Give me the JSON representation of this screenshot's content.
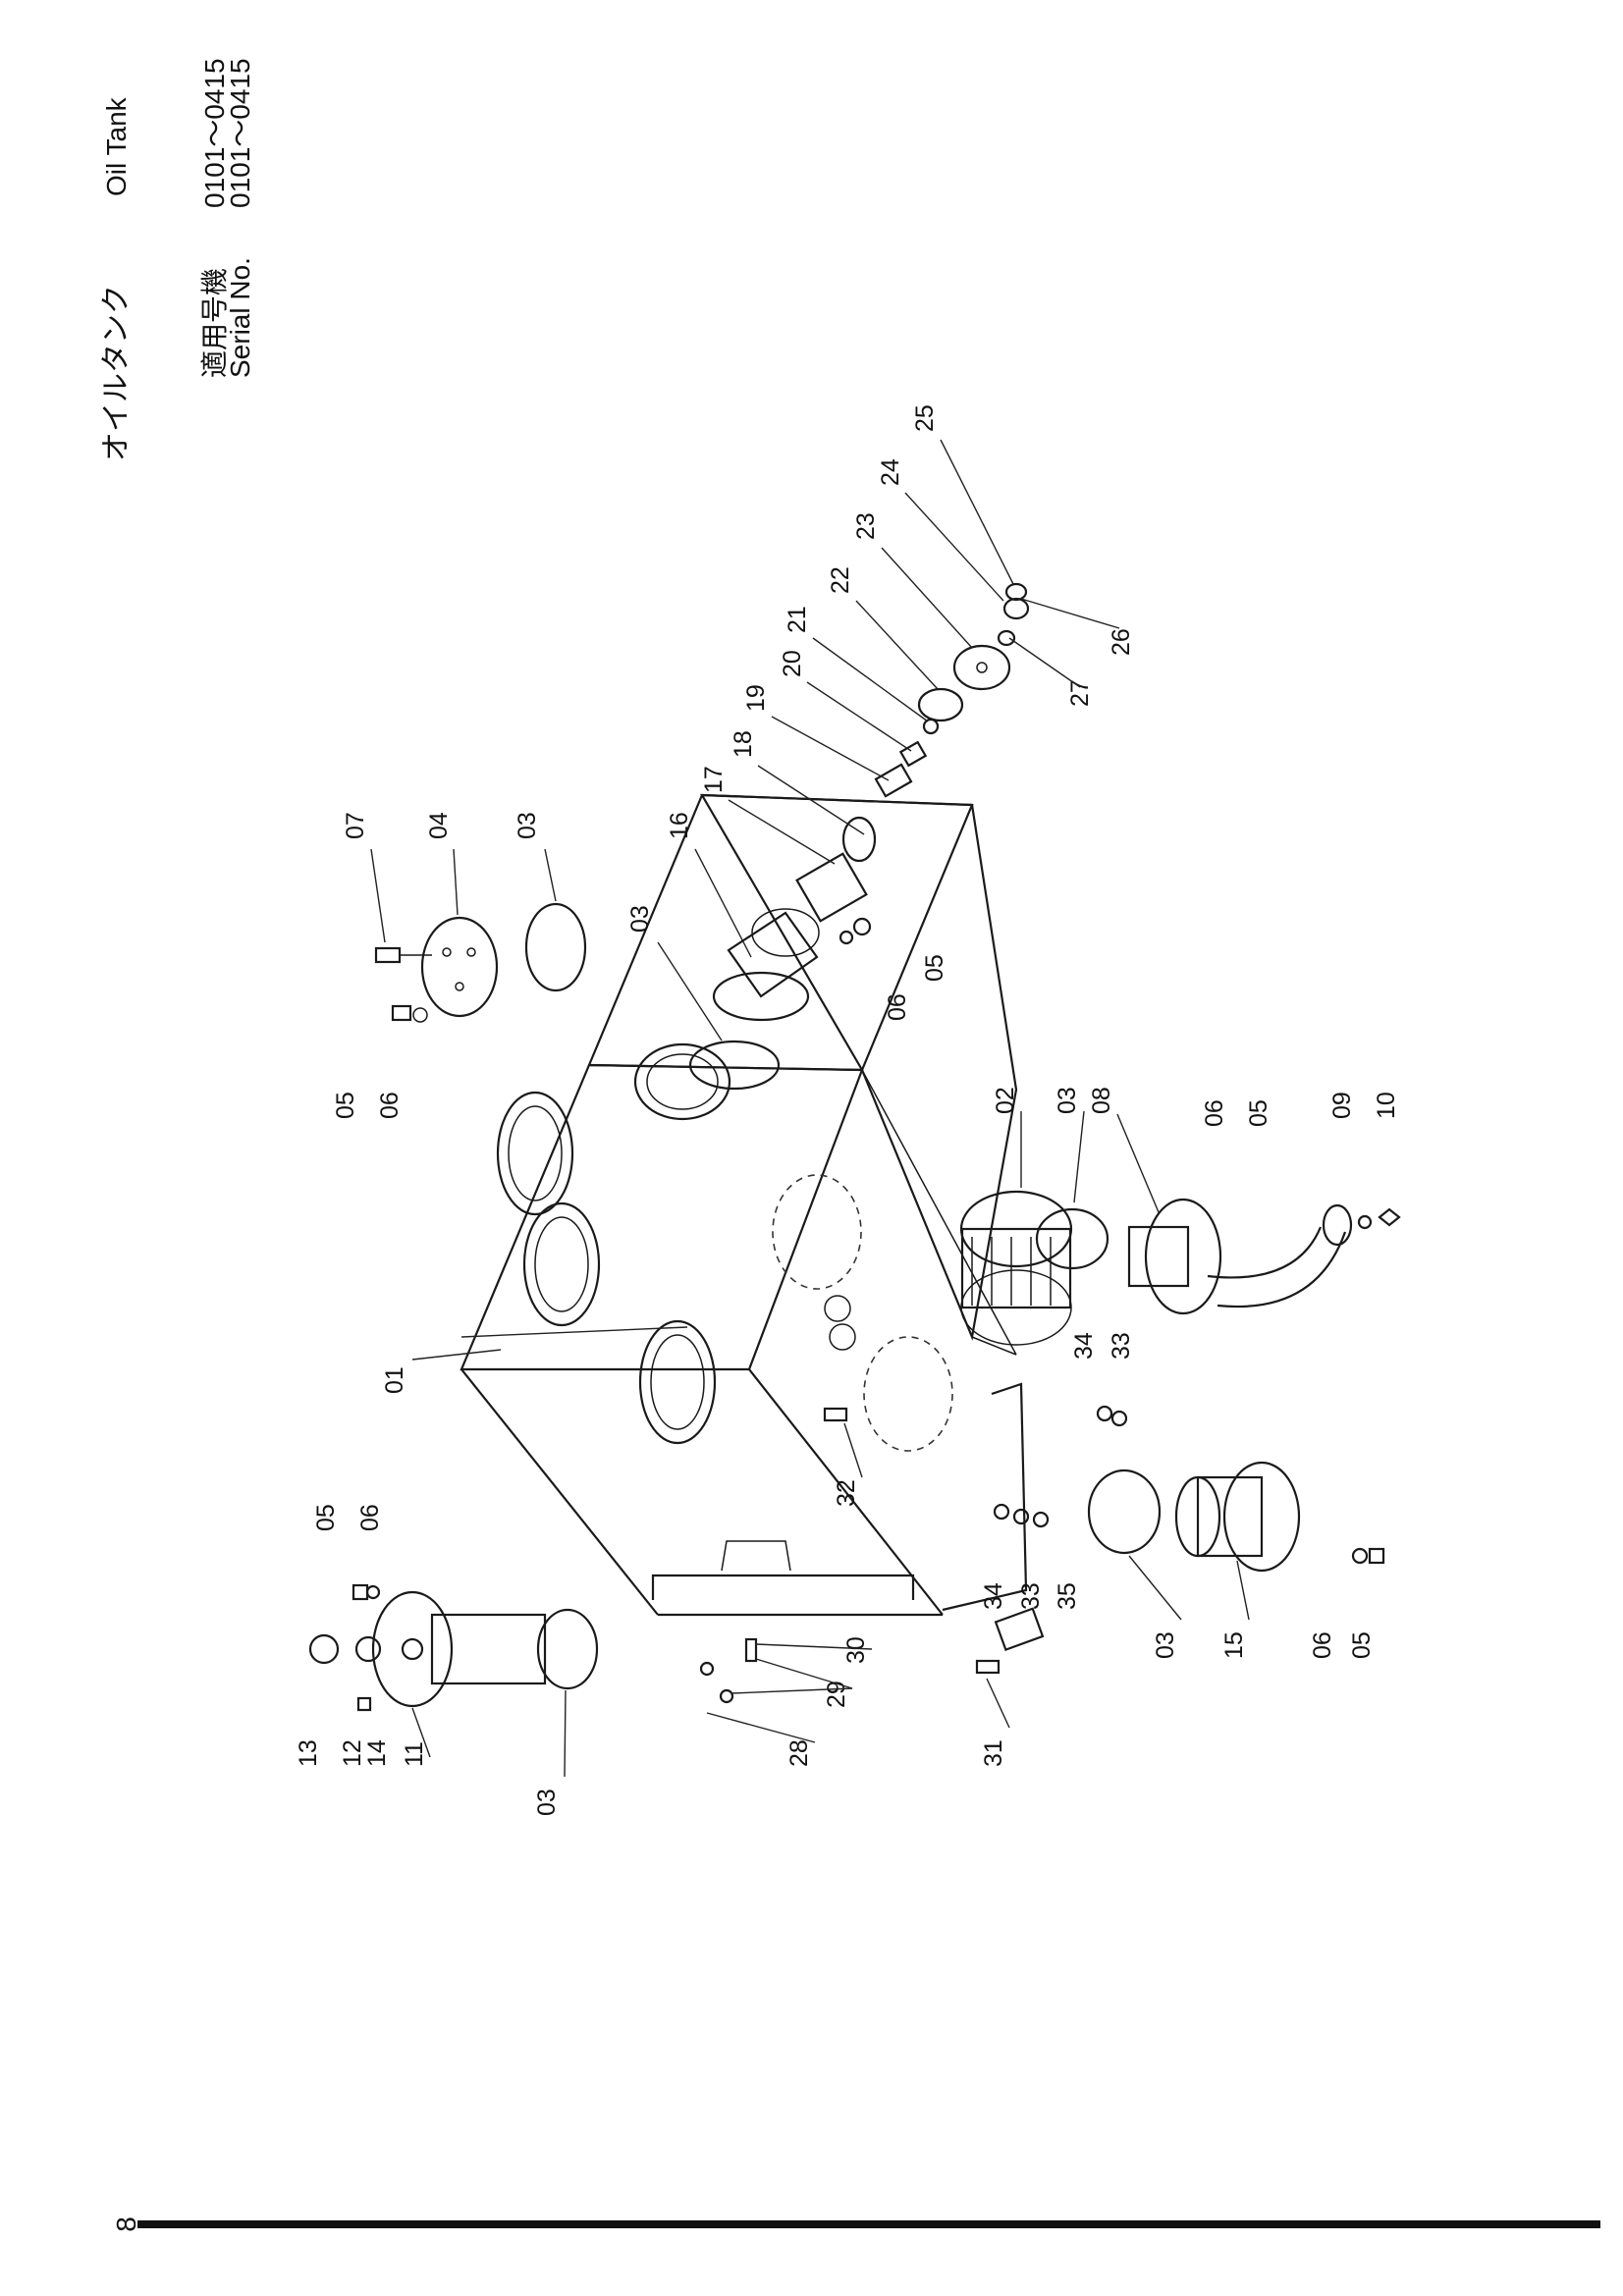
{
  "header": {
    "title_jp": "オイルタンク",
    "title_en": "Oil Tank",
    "serial_label_jp": "適用号機",
    "serial_label_en": "Serial No.",
    "serial_range_jp": "0101～0415",
    "serial_range_en": "0101～0415"
  },
  "page_number": "8",
  "callouts": [
    {
      "id": "c01",
      "text": "01"
    },
    {
      "id": "c02",
      "text": "02"
    },
    {
      "id": "c03a",
      "text": "03"
    },
    {
      "id": "c03b",
      "text": "03"
    },
    {
      "id": "c03c",
      "text": "03"
    },
    {
      "id": "c03d",
      "text": "03"
    },
    {
      "id": "c03e",
      "text": "03"
    },
    {
      "id": "c04",
      "text": "04"
    },
    {
      "id": "c05a",
      "text": "05"
    },
    {
      "id": "c05b",
      "text": "05"
    },
    {
      "id": "c05c",
      "text": "05"
    },
    {
      "id": "c05d",
      "text": "05"
    },
    {
      "id": "c05e",
      "text": "05"
    },
    {
      "id": "c06a",
      "text": "06"
    },
    {
      "id": "c06b",
      "text": "06"
    },
    {
      "id": "c06c",
      "text": "06"
    },
    {
      "id": "c06d",
      "text": "06"
    },
    {
      "id": "c06e",
      "text": "06"
    },
    {
      "id": "c07",
      "text": "07"
    },
    {
      "id": "c08",
      "text": "08"
    },
    {
      "id": "c09",
      "text": "09"
    },
    {
      "id": "c10",
      "text": "10"
    },
    {
      "id": "c11",
      "text": "11"
    },
    {
      "id": "c12",
      "text": "12"
    },
    {
      "id": "c13",
      "text": "13"
    },
    {
      "id": "c14",
      "text": "14"
    },
    {
      "id": "c15",
      "text": "15"
    },
    {
      "id": "c16",
      "text": "16"
    },
    {
      "id": "c17",
      "text": "17"
    },
    {
      "id": "c18",
      "text": "18"
    },
    {
      "id": "c19",
      "text": "19"
    },
    {
      "id": "c20",
      "text": "20"
    },
    {
      "id": "c21",
      "text": "21"
    },
    {
      "id": "c22",
      "text": "22"
    },
    {
      "id": "c23",
      "text": "23"
    },
    {
      "id": "c24",
      "text": "24"
    },
    {
      "id": "c25",
      "text": "25"
    },
    {
      "id": "c26",
      "text": "26"
    },
    {
      "id": "c27",
      "text": "27"
    },
    {
      "id": "c28",
      "text": "28"
    },
    {
      "id": "c29",
      "text": "29"
    },
    {
      "id": "c30",
      "text": "30"
    },
    {
      "id": "c31",
      "text": "31"
    },
    {
      "id": "c32",
      "text": "32"
    },
    {
      "id": "c33a",
      "text": "33"
    },
    {
      "id": "c33b",
      "text": "33"
    },
    {
      "id": "c34a",
      "text": "34"
    },
    {
      "id": "c34b",
      "text": "34"
    },
    {
      "id": "c35",
      "text": "35"
    }
  ]
}
